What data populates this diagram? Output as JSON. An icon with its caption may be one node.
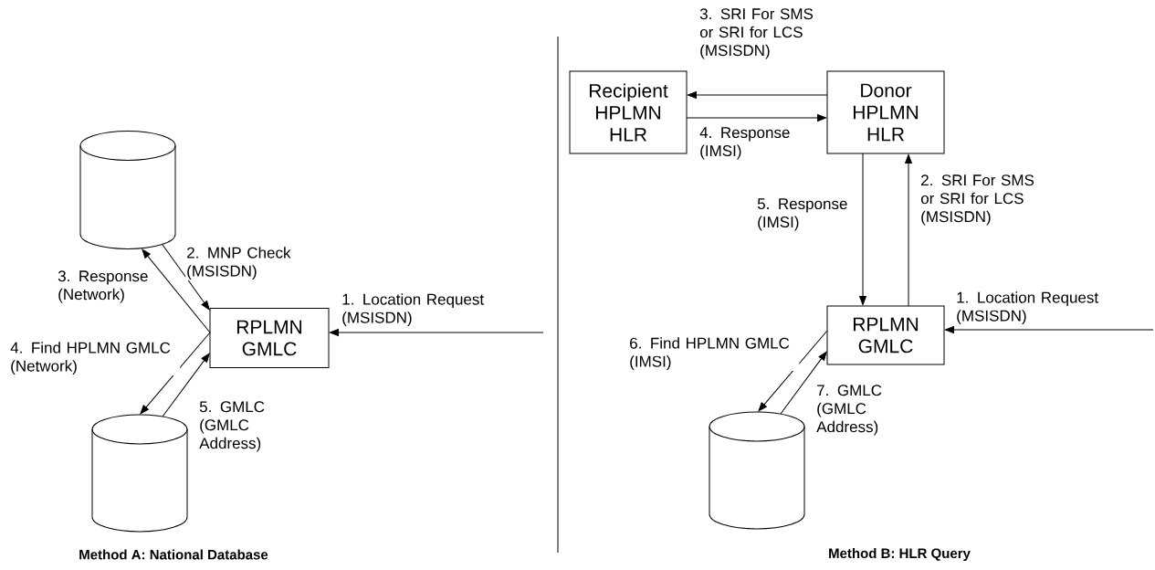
{
  "diagram": {
    "nodes": [
      {
        "text": [],
        "shape": "cylinder"
      },
      {
        "text": [
          "RPLMN GMLC"
        ]
      },
      {
        "text": [],
        "shape": "cylinder"
      },
      {
        "text": [
          "Recipient HPLMN HLR"
        ]
      },
      {
        "text": [
          "Donor HPLMN HLR"
        ]
      },
      {
        "text": [
          "RPLMN GMLC"
        ]
      },
      {
        "text": [],
        "shape": "cylinder"
      }
    ],
    "edges": [
      {
        "from": null,
        "to": 1,
        "arrow": "to",
        "label": "1. Location Request (MSISDN)"
      },
      {
        "from": 0,
        "to": 1,
        "arrow": "to",
        "label": "2. MNP Check (MSISDN)"
      },
      {
        "from": 1,
        "to": 0,
        "arrow": "to",
        "label": "3. Response (Network)"
      },
      {
        "from": 1,
        "to": 2,
        "arrow": "to",
        "label": "4. Find HPLMN GMLC (Network)"
      },
      {
        "from": 2,
        "to": 1,
        "arrow": "to",
        "label": "5. GMLC (GMLC Address)"
      },
      {
        "from": null,
        "to": 5,
        "arrow": "to",
        "label": "1. Location Request (MSISDN)"
      },
      {
        "from": 5,
        "to": 4,
        "arrow": "to",
        "label": "2. SRI For SMS or SRI for LCS (MSISDN)"
      },
      {
        "from": 4,
        "to": 3,
        "arrow": "to",
        "label": "3. SRI For SMS or SRI for LCS (MSISDN)"
      },
      {
        "from": 3,
        "to": 4,
        "arrow": "to",
        "label": "4. Response (IMSI)"
      },
      {
        "from": 4,
        "to": 5,
        "arrow": "to",
        "label": "5. Response (IMSI)"
      },
      {
        "from": 5,
        "to": 6,
        "arrow": "to",
        "label": "6. Find HPLMN GMLC (IMSI)"
      },
      {
        "from": 6,
        "to": 5,
        "arrow": "to",
        "label": "7. GMLC (GMLC Address)"
      }
    ],
    "labels": [
      "Method A: National Database",
      "Method B: HLR Query"
    ]
  }
}
